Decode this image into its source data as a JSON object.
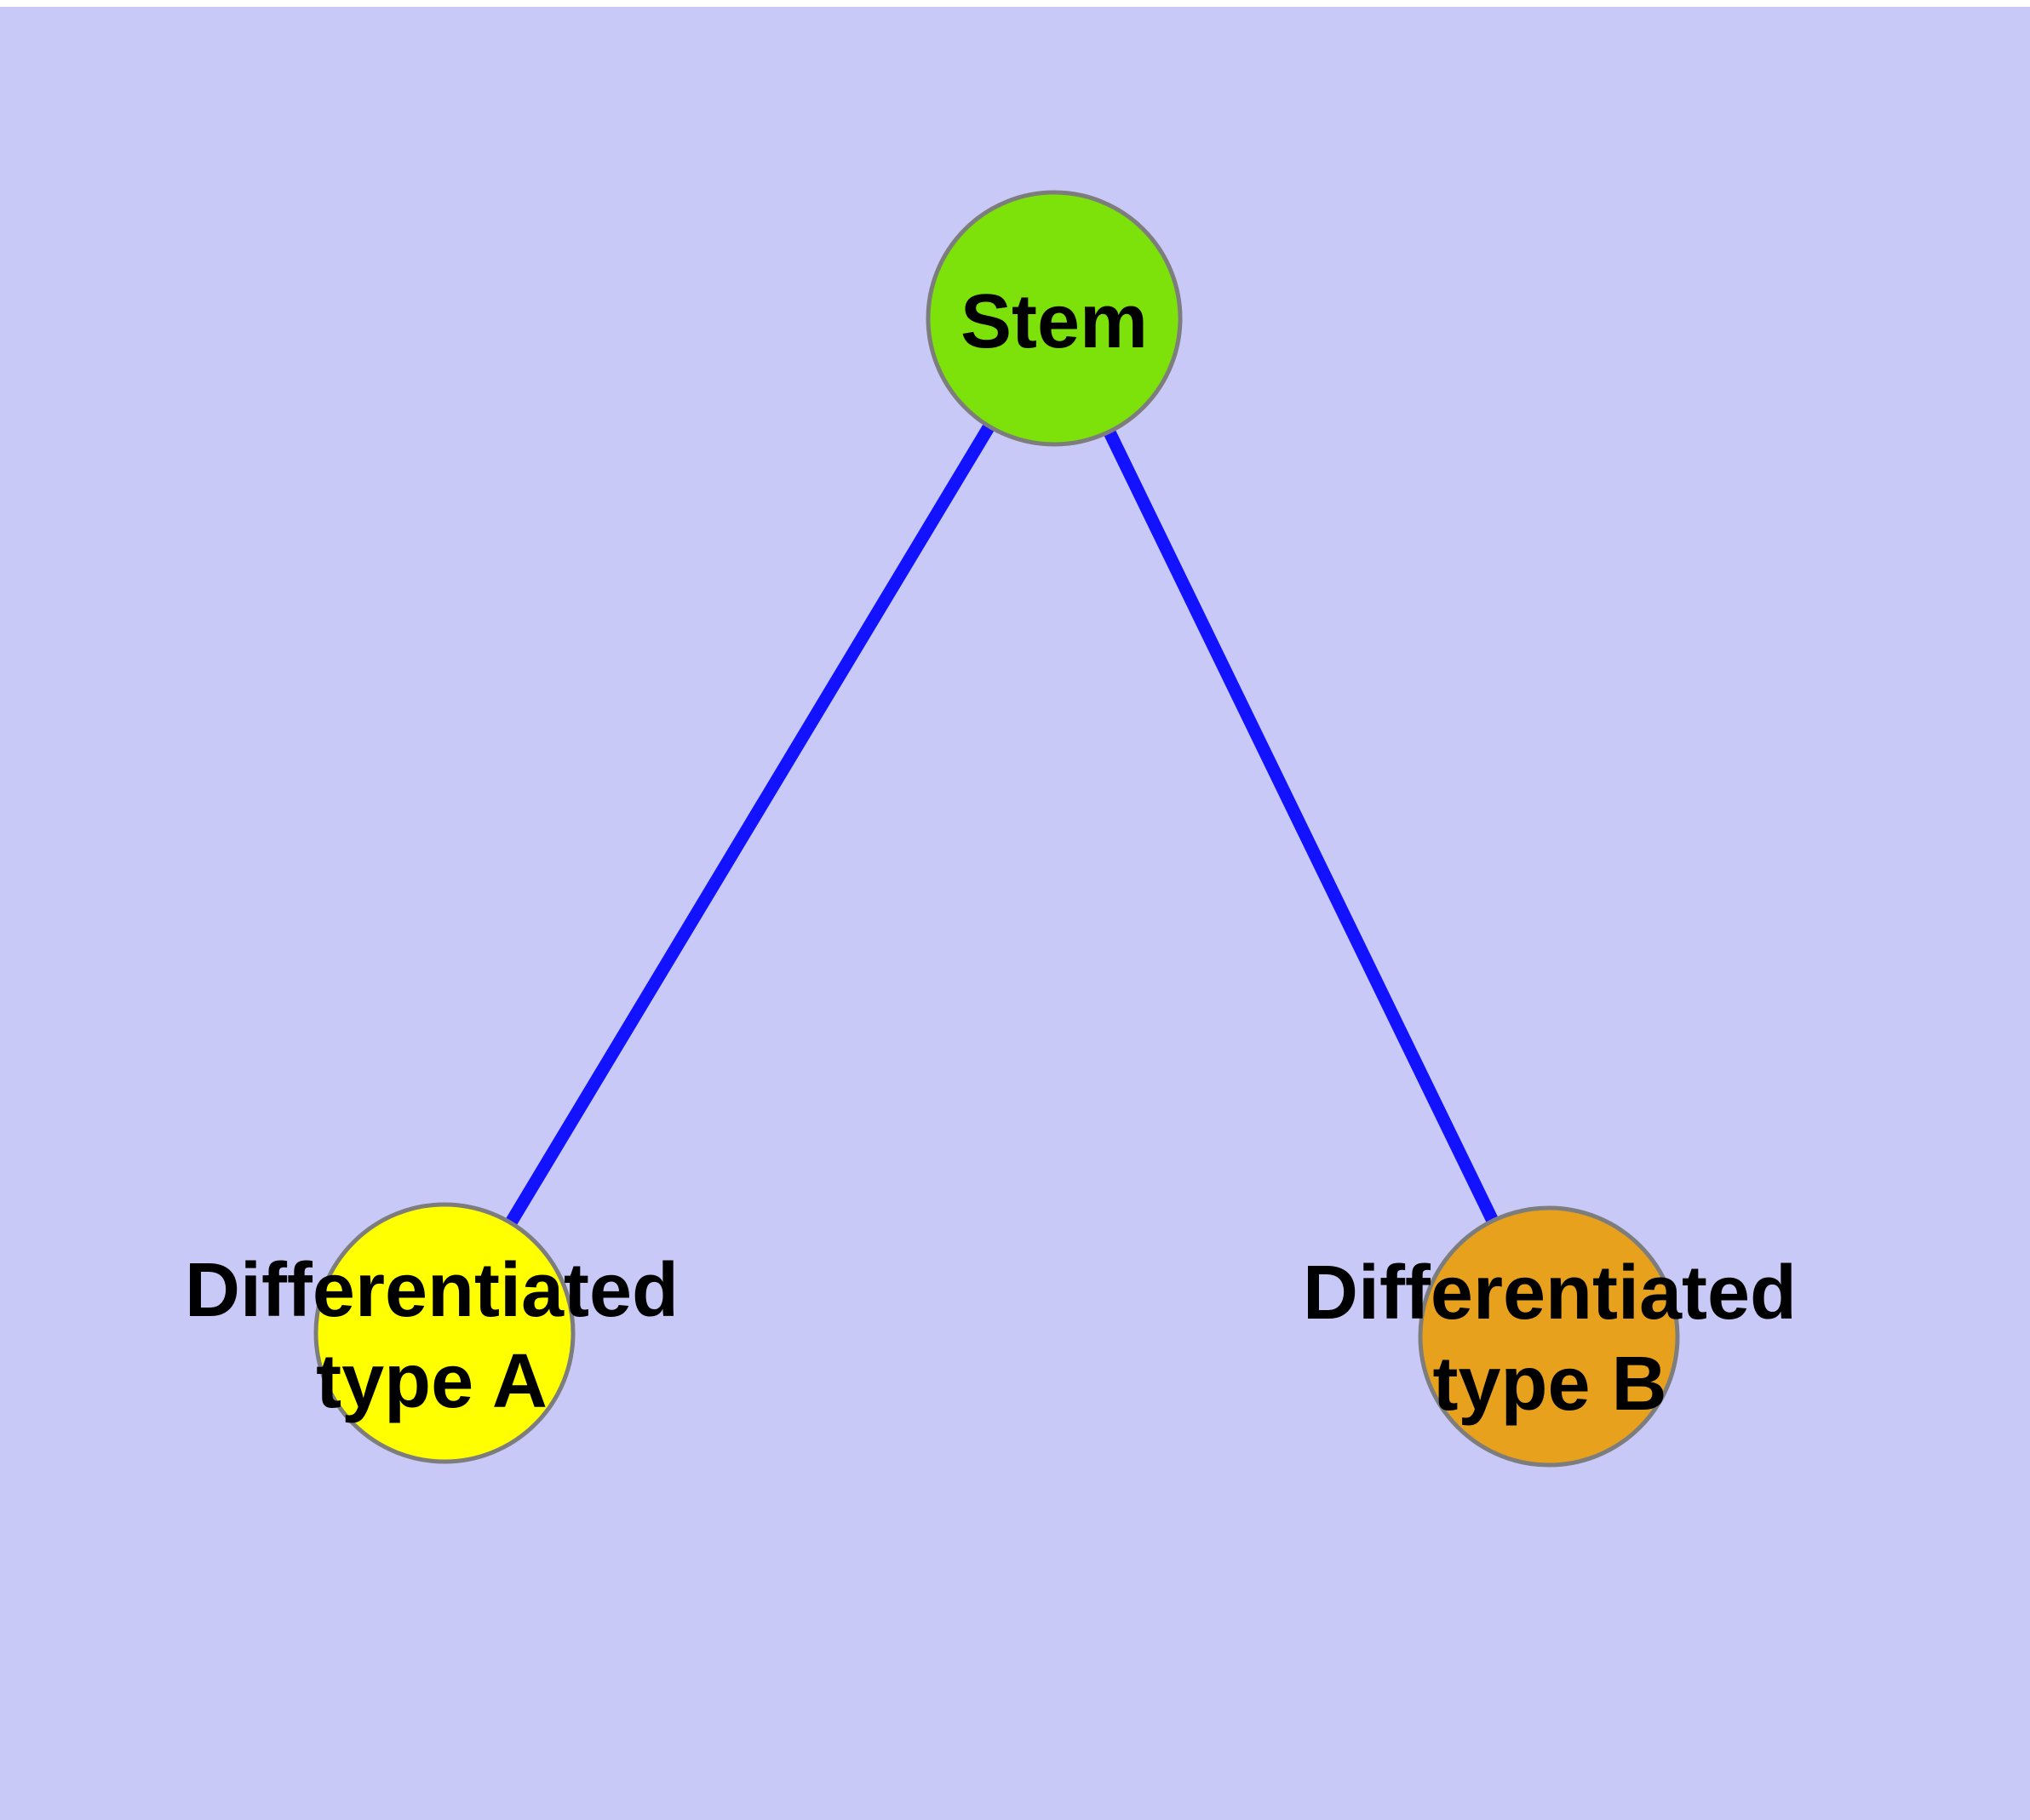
{
  "canvas": {
    "background": "#c9c9f8",
    "top_margin_color": "#ffffff"
  },
  "graph": {
    "type": "node-link-diagram",
    "edge_color": "#1212ff",
    "node_border_color": "#7d7d7d",
    "label_color": "#000000",
    "nodes": [
      {
        "id": "stem",
        "label": "Stem",
        "fill": "#7de10a"
      },
      {
        "id": "differentiated-type-a",
        "label": "Differentiated type A",
        "label_line1": "Differentiated",
        "label_line2": "type A",
        "fill": "#ffff00"
      },
      {
        "id": "differentiated-type-b",
        "label": "Differentiated type B",
        "label_line1": "Differentiated",
        "label_line2": "type B",
        "fill": "#e8a11d"
      }
    ],
    "edges": [
      {
        "source": "Stem",
        "target": "Differentiated type A"
      },
      {
        "source": "Stem",
        "target": "Differentiated type B"
      }
    ]
  }
}
